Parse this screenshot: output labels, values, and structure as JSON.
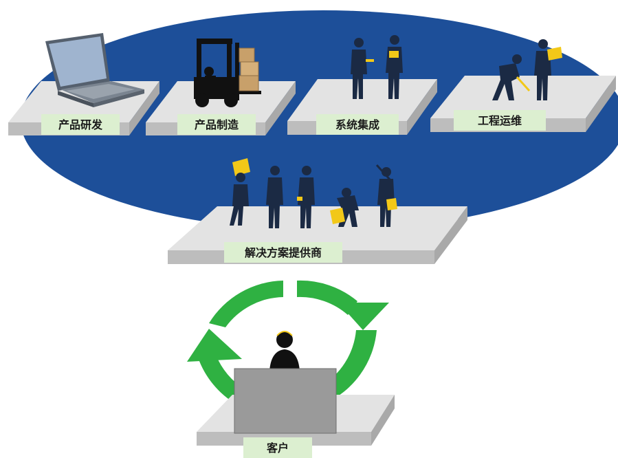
{
  "stages": [
    {
      "id": "rd",
      "label": "产品研发",
      "icon": "laptop-icon"
    },
    {
      "id": "mfg",
      "label": "产品制造",
      "icon": "forklift-icon"
    },
    {
      "id": "integration",
      "label": "系统集成",
      "icon": "workers-meeting-icon"
    },
    {
      "id": "ops",
      "label": "工程运维",
      "icon": "workers-maintenance-icon"
    }
  ],
  "provider": {
    "label": "解决方案提供商",
    "icon": "worker-team-icon"
  },
  "customer": {
    "label": "客户",
    "icon": "customer-service-agent-icon"
  },
  "colors": {
    "ellipse": "#1d4f99",
    "platform_top": "#e2e2e2",
    "platform_front": "#b9b9b9",
    "label_box": "#dcefd0",
    "cycle_arrow": "#2fb142",
    "silhouette": "#1b2a44",
    "accent_yellow": "#f2c818",
    "monitor": "#9a9a9a"
  }
}
